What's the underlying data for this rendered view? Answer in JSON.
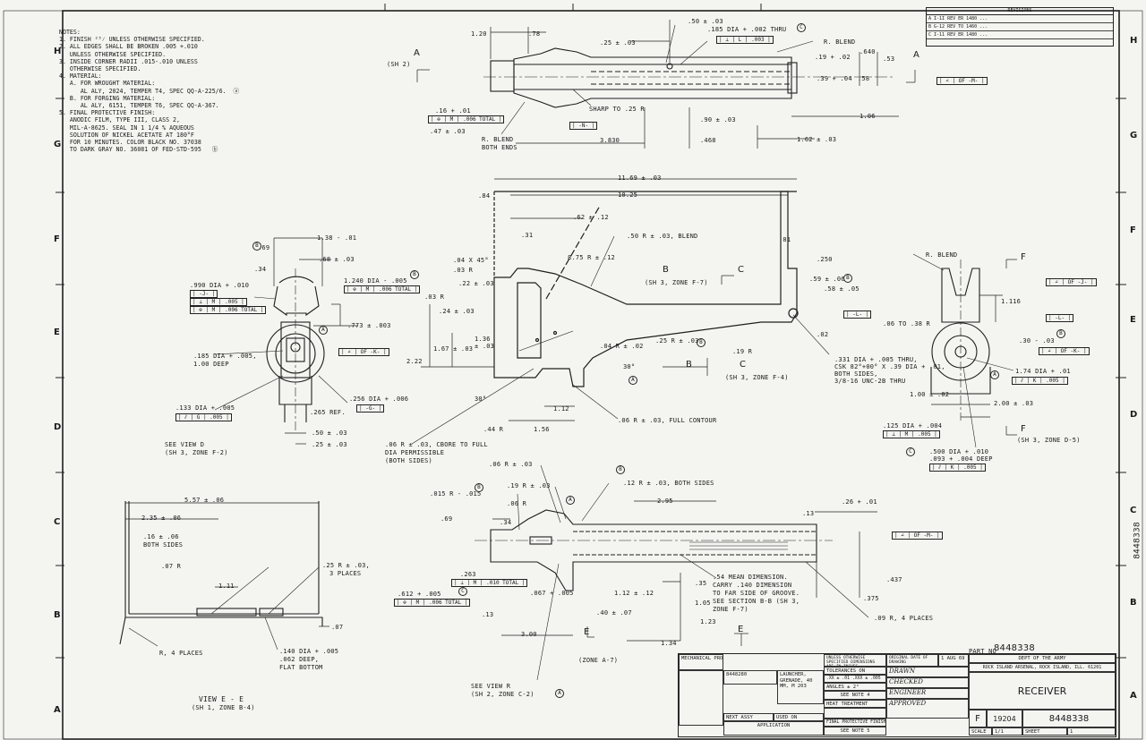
{
  "notes": {
    "heading": "NOTES:",
    "items": [
      "1. FINISH ²⁵⁄ UNLESS OTHERWISE SPECIFIED.",
      "2. ALL EDGES SHALL BE BROKEN .005 +.010\n   UNLESS OTHERWISE SPECIFIED.",
      "3. INSIDE CORNER RADII .015-.010 UNLESS\n   OTHERWISE SPECIFIED.",
      "4. MATERIAL:\n   A. FOR WROUGHT MATERIAL:\n      AL ALY, 2024, TEMPER T4, SPEC QQ-A-225/6.  ⓐ\n   B. FOR FORGING MATERIAL:\n      AL ALY, 6151, TEMPER T6, SPEC QQ-A-367.",
      "5. FINAL PROTECTIVE FINISH:\n   ANODIC FILM, TYPE III, CLASS 2,\n   MIL-A-8625. SEAL IN 1 1/4 % AQUEOUS\n   SOLUTION OF NICKEL ACETATE AT 180°F\n   FOR 10 MINUTES. COLOR BLACK NO. 37038\n   TO DARK GRAY NO. 36081 OF FED-STD-595   ⓑ"
    ]
  },
  "zones_left": [
    "H",
    "G",
    "F",
    "E",
    "D",
    "C",
    "B",
    "A"
  ],
  "zones_right": [
    "H",
    "G",
    "F",
    "E",
    "D",
    "C",
    "B",
    "A"
  ],
  "revisions": {
    "title": "REVISIONS",
    "rows": [
      "A  I-1I REV ER 1480 ...",
      "B  G-12 REV TO 1460 ...",
      "C  I-11 REV ER 1480 ..."
    ]
  },
  "top_view": {
    "section_mark_left": "A",
    "section_mark_right": "A",
    "sheet_ref": "(SH 2)",
    "dims": [
      ".50 ± .03",
      ".185 DIA + .002 THRU",
      "| ⊥ | L | .003 |",
      "R. BLEND",
      "1.20",
      ".78",
      ".25 ± .03",
      ".19 + .02",
      ".640",
      ".53",
      ".39 + .04",
      ".58",
      "1.06",
      ".16 + .01",
      "| ⊕ | M | .006 TOTAL |",
      ".47 ± .03",
      "SHARP TO .25 R",
      "| -N- |",
      "R. BLEND",
      "BOTH ENDS",
      "3.830",
      ".468",
      ".90 ± .03",
      "1.62 ± .03",
      "| ∠ | OF -M- |"
    ]
  },
  "main_view": {
    "dims": [
      "11.69 ± .03",
      ".84",
      "10.25",
      ".62 ± .12",
      ".31",
      ".50 R ± .03, BLEND",
      "8.75 R ± .12",
      ".81",
      ".250",
      ".04 X 45°",
      ".03 R",
      ".22 ± .03",
      "B",
      "(SH 3, ZONE F-7)",
      "C",
      ".59 ± .06",
      ".58 ± .05",
      "| -L- |",
      ".03 R",
      ".24 ± .03",
      ".02",
      "1.36",
      "± .03",
      "1.67 ± .03",
      "2.22",
      ".04 R ± .02",
      ".25 R ± .03",
      ".19 R",
      "30°",
      ".331 DIA + .005 THRU,",
      "CSK 82°+00° X .39 DIA + .01,",
      "BOTH SIDES,",
      "3/8-16 UNC-2B  THRU",
      "B",
      "C",
      "(SH 3, ZONE F-4)",
      "30°",
      ".44 R",
      "1.12",
      "1.56",
      ".06 R ± .03, FULL CONTOUR"
    ]
  },
  "left_end_view": {
    "dims": [
      ".69",
      "1.38 - .01",
      ".34",
      ".68 ± .03",
      ".990 DIA + .010",
      "| -J- |",
      "| ⊥ | M | .005 |",
      "| ⊕ | M | .006 TOTAL |",
      "1.240 DIA - .005",
      "| ⊕ | M | .006 TOTAL |",
      ".773 ± .003",
      "| ∠ | OF -K- |",
      ".185 DIA + .005,",
      "1.00 DEEP",
      ".256 DIA + .006",
      "| -G- |",
      ".133 DIA + .005",
      "| ⫽ | G | .005 |",
      ".265 REF.",
      ".50 ± .03",
      ".25 ± .03",
      "SEE VIEW D",
      "(SH 3, ZONE F-2)"
    ]
  },
  "right_end_view": {
    "dims": [
      "R. BLEND",
      "F",
      "| ∠ | OF -J- |",
      "1.116",
      "| -L- |",
      ".06 TO .38 R",
      ".30 - .03",
      "| ∠ | OF -K- |",
      "1.74 DIA + .01",
      "| ⫽ | K | .005 |",
      "1.00 ± .02",
      "2.00 ± .03",
      ".125 DIA + .004",
      "| ⊥ | M | .005 |",
      "F",
      "(SH 3, ZONE D-5)",
      ".500 DIA + .010",
      ".093 + .004 DEEP",
      "| ⫽ | K | .005 |"
    ]
  },
  "bottom_view": {
    "dims": [
      ".06 R ± .03",
      ".015 R - .015",
      ".19 R ± .03",
      ".06 R",
      ".12 R ± .03, BOTH SIDES",
      "2.95",
      ".13",
      ".26 + .01",
      ".69",
      ".34",
      "| ∠ | OF -M- |",
      ".263",
      "| ⊥ | M | .010 TOTAL |",
      ".612 + .005",
      "| ⊕ | M | .006 TOTAL |",
      ".067 + .005",
      ".35",
      "1.05",
      "1.12 ± .12",
      ".54 MEAN DIMENSION.",
      "CARRY .140 DIMENSION",
      "TO FAR SIDE OF GROOVE.",
      "SEE SECTION B-B (SH 3,",
      "ZONE F-7)",
      ".437",
      ".375",
      ".13",
      ".40 ± .07",
      "1.23",
      "3.00",
      "1.34",
      ".09 R, 4 PLACES",
      "E",
      "E",
      "(ZONE A-7)",
      "SEE VIEW R",
      "(SH 2, ZONE C-2)",
      ".06 R ± .03, CBORE TO FULL",
      "DIA PERMISSIBLE",
      "(BOTH SIDES)"
    ]
  },
  "section_ee": {
    "dims": [
      "5.57 ± .06",
      "2.35 ± .06",
      ".16 ± .06",
      "BOTH SIDES",
      ".07 R",
      "1.11",
      ".25 R ± .03,",
      "3 PLACES",
      ".07",
      "R, 4 PLACES",
      ".140 DIA + .005",
      ".062 DEEP,",
      "FLAT BOTTOM"
    ],
    "title": "VIEW E - E",
    "sub": "(SH 1, ZONE B-4)"
  },
  "title_block": {
    "part_no_label": "PART NO",
    "part_no": "8448338",
    "dept": "DEPT OF THE ARMY",
    "arsenal": "ROCK ISLAND ARSENAL, ROCK ISLAND, ILL. 61201",
    "title": "RECEIVER",
    "size": "F",
    "cage": "19204",
    "drawing_no": "8448338",
    "mech_props": "MECHANICAL PROPERTIES",
    "next_assy": "8448280",
    "next_assy_desc": "LAUNCHER, GRENADE, 40 MM, M 203",
    "application": "APPLICATION",
    "next_assy_label": "NEXT ASSY",
    "used_on": "USED ON",
    "see_note_4": "SEE NOTE 4",
    "see_note_5": "SEE NOTE 5",
    "heat_treatment": "HEAT TREATMENT",
    "final_prot": "FINAL PROTECTIVE FINISH",
    "unless": "UNLESS OTHERWISE SPECIFIED DIMENSIONS ARE IN INCHES",
    "tolerances": "TOLERANCES ON",
    "decimals": ".XX ± .01   .XXX ± .005",
    "angles": "ANGLES ± 2°",
    "original_date": "ORIGINAL DATE OF DRAWING",
    "date": "1 AUG 69",
    "drawn": "DRAWN",
    "checked": "CHECKED",
    "engineer": "ENGINEER",
    "approved": "APPROVED",
    "scale": "SCALE",
    "scale_val": "1/1",
    "sheet": "SHEET",
    "sheet_val": "1"
  },
  "right_edge_label": "8448338",
  "circled_letters": [
    "C",
    "B",
    "B",
    "A",
    "B",
    "A",
    "B",
    "C",
    "B",
    "A",
    "B",
    "C",
    "B",
    "A",
    "A"
  ]
}
